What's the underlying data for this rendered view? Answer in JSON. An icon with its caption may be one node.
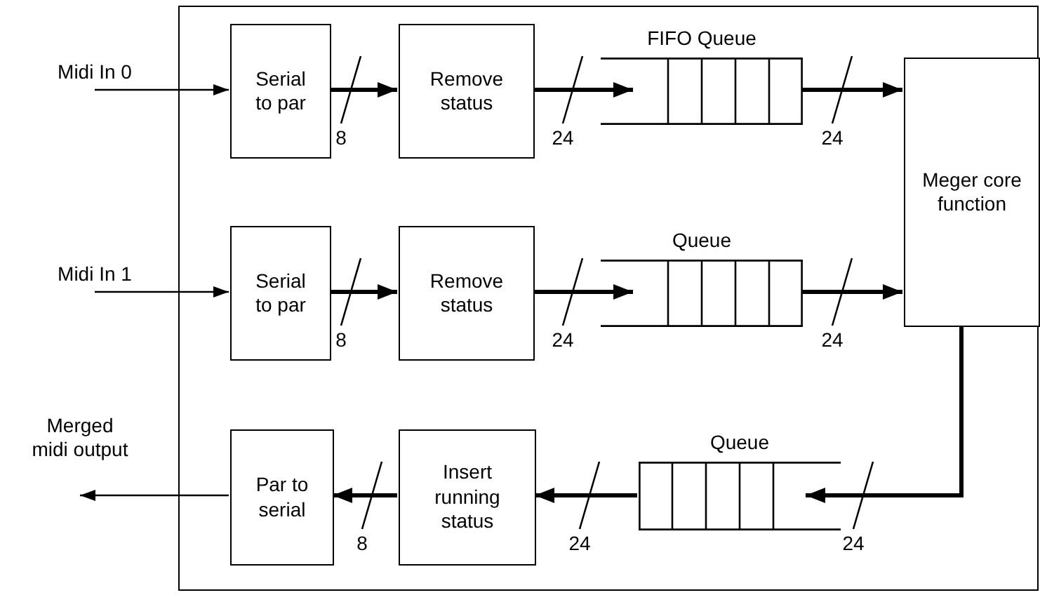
{
  "diagram": {
    "nodes": [
      {
        "text": [],
        "shape": "box"
      },
      {
        "text": [
          "Midi In 0"
        ]
      },
      {
        "text": [
          "Midi In 1"
        ]
      },
      {
        "text": [
          "Merged midi output"
        ]
      },
      {
        "text": [
          "Serial to par"
        ],
        "in": 0
      },
      {
        "text": [
          "Remove status"
        ],
        "in": 0
      },
      {
        "text": [
          "FIFO Queue"
        ],
        "in": 0
      },
      {
        "text": [
          "Serial to par"
        ],
        "in": 0
      },
      {
        "text": [
          "Remove status"
        ],
        "in": 0
      },
      {
        "text": [
          "Queue"
        ],
        "in": 0
      },
      {
        "text": [
          "Meger core function"
        ],
        "in": 0
      },
      {
        "text": [
          "Par to serial"
        ],
        "in": 0
      },
      {
        "text": [
          "Insert running status"
        ],
        "in": 0
      },
      {
        "text": [
          "Queue"
        ],
        "in": 0
      }
    ],
    "edges": [
      {
        "from": 1,
        "to": 4,
        "arrow": "to"
      },
      {
        "from": 4,
        "to": 5,
        "arrow": "to",
        "label": "8"
      },
      {
        "from": 5,
        "to": 6,
        "arrow": "to",
        "label": "24"
      },
      {
        "from": 6,
        "to": 10,
        "arrow": "to",
        "label": "24"
      },
      {
        "from": 2,
        "to": 7,
        "arrow": "to"
      },
      {
        "from": 7,
        "to": 8,
        "arrow": "to",
        "label": "8"
      },
      {
        "from": 8,
        "to": 9,
        "arrow": "to",
        "label": "24"
      },
      {
        "from": 9,
        "to": 10,
        "arrow": "to",
        "label": "24"
      },
      {
        "from": 10,
        "to": 13,
        "arrow": "to",
        "label": "24"
      },
      {
        "from": 13,
        "to": 12,
        "arrow": "to",
        "label": "24"
      },
      {
        "from": 12,
        "to": 11,
        "arrow": "to",
        "label": "8"
      },
      {
        "from": 11,
        "to": 3,
        "arrow": "to"
      }
    ]
  }
}
